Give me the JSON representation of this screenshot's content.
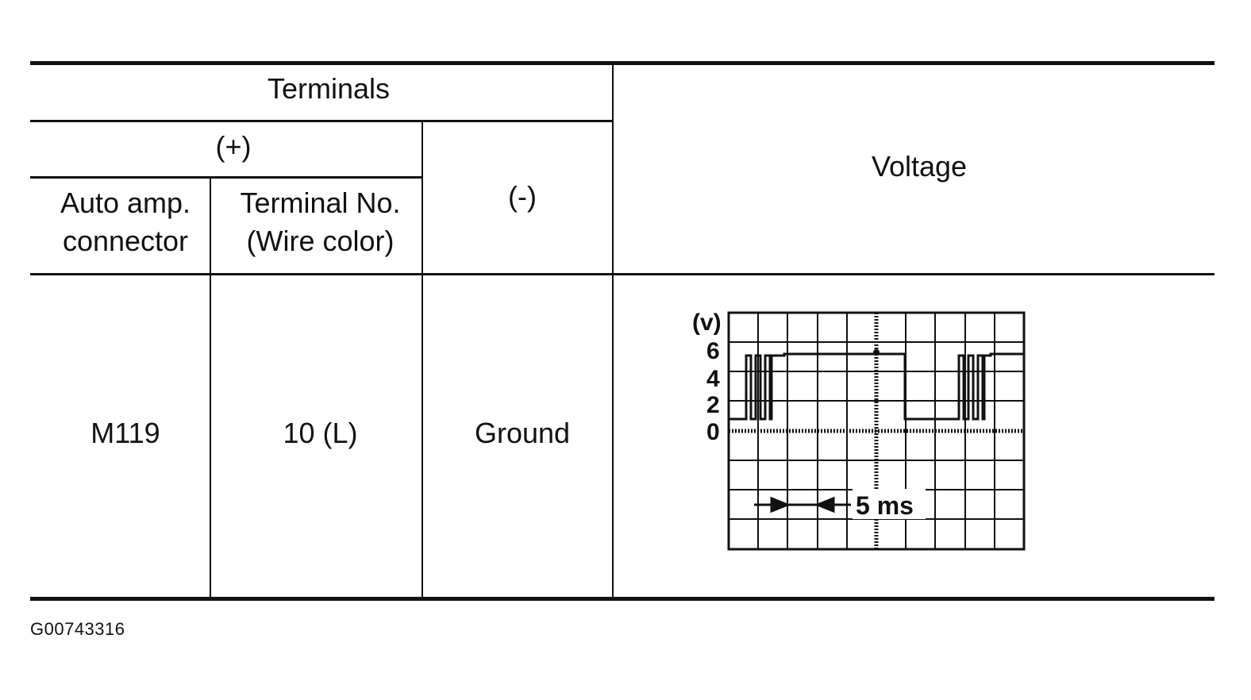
{
  "table": {
    "header": {
      "terminals": "Terminals",
      "plus": "(+)",
      "minus": "(-)",
      "voltage": "Voltage",
      "auto_amp_line1": "Auto amp.",
      "auto_amp_line2": "connector",
      "terminal_no_line1": "Terminal No.",
      "terminal_no_line2": "(Wire color)"
    },
    "row": {
      "connector": "M119",
      "terminal": "10 (L)",
      "ground": "Ground"
    }
  },
  "scope": {
    "unit_label": "(v)",
    "y_ticks": [
      "6",
      "4",
      "2",
      "0"
    ],
    "time_label": "5 ms"
  },
  "figure_id": "G00743316"
}
